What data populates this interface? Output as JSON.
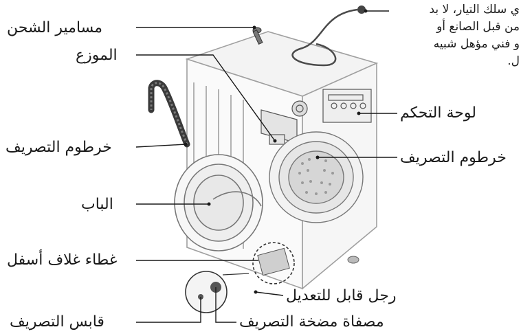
{
  "labels": {
    "charging_screws": "مسامير الشحن",
    "distributor": "الموزع",
    "drain_hose_left": "خرطوم التصريف",
    "door": "الباب",
    "bottom_cover": "غطاء غلاف أسفل",
    "drain_plug": "قابس التصريف",
    "control_panel": "لوحة التحكم",
    "drain_hose_right": "خرطوم التصريف",
    "adjustable_foot": "رجل قابل للتعديل",
    "drain_pump_filter": "مصفاة مضخة التصريف"
  },
  "note": {
    "lines": [
      "ي سلك التيار، لا بد",
      "من قبل الصانع أو",
      "و فني مؤهل شبيه",
      "ل."
    ]
  },
  "colors": {
    "line": "#1a1a1a",
    "machine_outline": "#9a9a9a",
    "hose": "#3a3a3a"
  }
}
